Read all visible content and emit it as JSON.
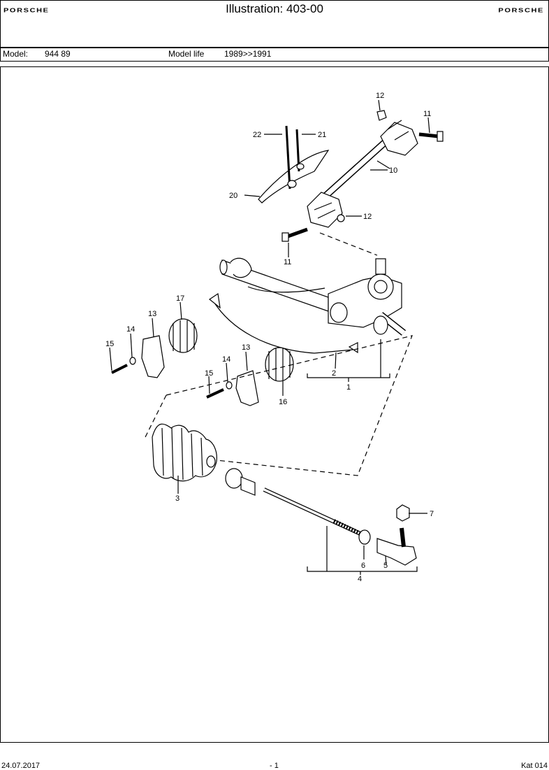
{
  "header": {
    "brand_left": "PORSCHE",
    "brand_right": "PORSCHE",
    "title": "Illustration: 403-00"
  },
  "model": {
    "model_label": "Model:",
    "model_value": "944 89",
    "life_label": "Model life",
    "life_value": "1989>>1991"
  },
  "callouts": {
    "c1": "1",
    "c2": "2",
    "c3": "3",
    "c4": "4",
    "c5": "5",
    "c6": "6",
    "c7": "7",
    "c10": "10",
    "c11a": "11",
    "c11b": "11",
    "c12a": "12",
    "c12b": "12",
    "c13a": "13",
    "c13b": "13",
    "c14a": "14",
    "c14b": "14",
    "c15a": "15",
    "c15b": "15",
    "c16": "16",
    "c17": "17",
    "c20": "20",
    "c21": "21",
    "c22": "22"
  },
  "footer": {
    "date": "24.07.2017",
    "page": "- 1",
    "catalog": "Kat 014"
  }
}
